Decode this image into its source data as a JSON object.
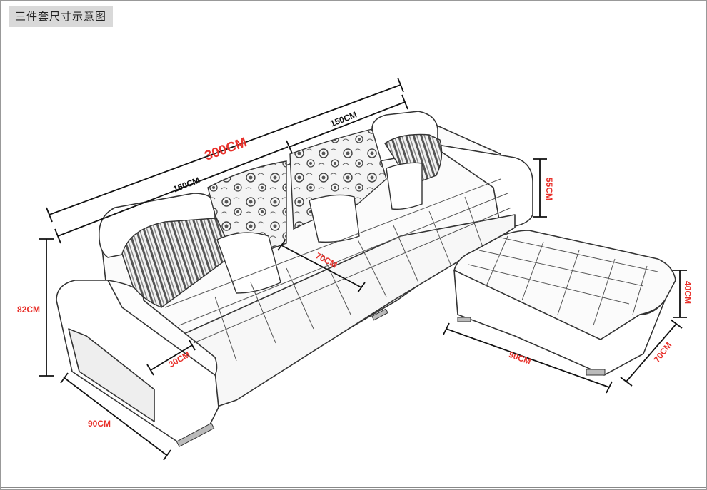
{
  "title": "三件套尺寸示意图",
  "colors": {
    "ink": "#333333",
    "red": "#e8312b",
    "black": "#111111",
    "tag": "#d9d9d9"
  },
  "dimensions": {
    "total_length": "300CM",
    "half_left": "150CM",
    "half_right": "150CM",
    "height_82": "82CM",
    "arm_width": "30CM",
    "seat_depth": "70CM",
    "back_height": "55CM",
    "side_depth": "90CM",
    "ottoman_length": "90CM",
    "ottoman_width": "70CM",
    "ottoman_height": "40CM"
  }
}
